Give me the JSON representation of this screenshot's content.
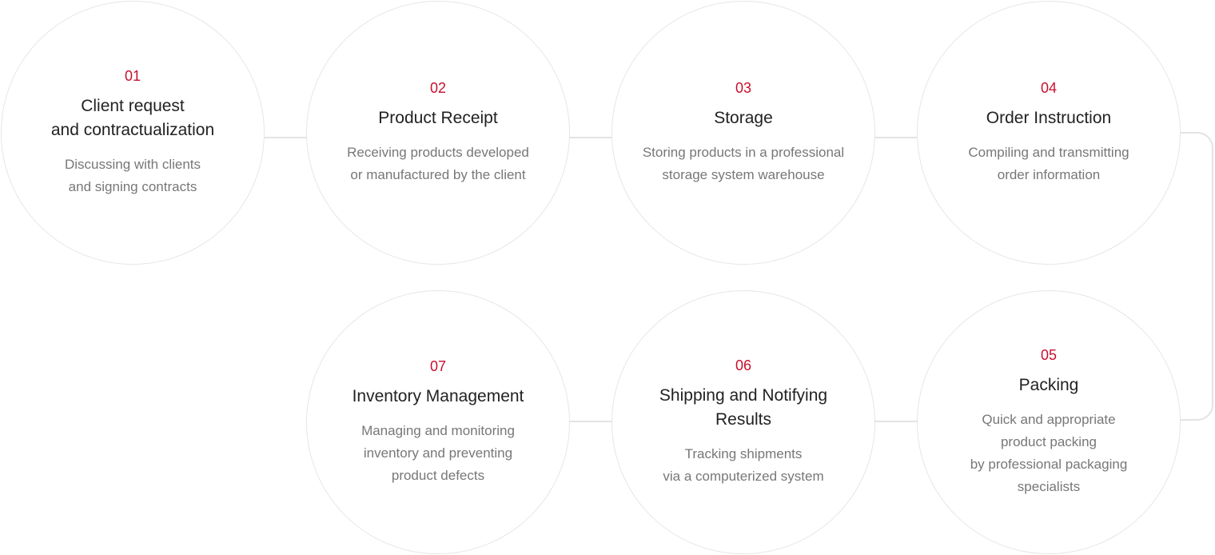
{
  "steps": [
    {
      "number": "01",
      "title": "Client request\nand contractualization",
      "description": "Discussing with clients\nand signing contracts"
    },
    {
      "number": "02",
      "title": "Product Receipt",
      "description": "Receiving products developed\nor manufactured by the client"
    },
    {
      "number": "03",
      "title": "Storage",
      "description": "Storing products in a professional\nstorage system warehouse"
    },
    {
      "number": "04",
      "title": "Order Instruction",
      "description": "Compiling and transmitting\norder information"
    },
    {
      "number": "05",
      "title": "Packing",
      "description": "Quick and appropriate\nproduct packing\nby professional packaging\nspecialists"
    },
    {
      "number": "06",
      "title": "Shipping and Notifying\nResults",
      "description": "Tracking shipments\nvia a computerized system"
    },
    {
      "number": "07",
      "title": "Inventory Management",
      "description": "Managing and monitoring\ninventory and preventing\nproduct defects"
    }
  ],
  "colors": {
    "accent": "#c8102e",
    "title": "#222222",
    "description": "#777777",
    "line": "#e3e3e3"
  }
}
